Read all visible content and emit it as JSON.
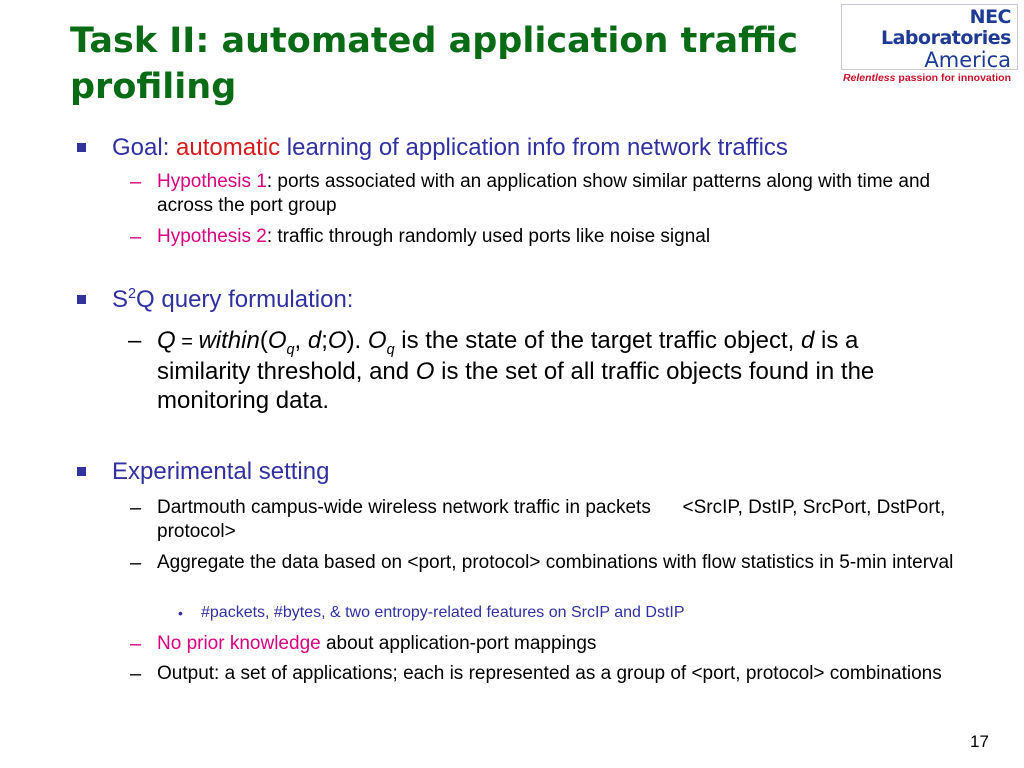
{
  "slide": {
    "title": "Task II: automated application traffic profiling",
    "page_number": "17",
    "logo": {
      "line1": "NEC Laboratories",
      "line2": "America",
      "tagline_italic": "Relentless",
      "tagline_rest": " passion for innovation"
    }
  },
  "goal": {
    "prefix": "Goal: ",
    "highlight": "automatic",
    "suffix": " learning of application info from network traffics",
    "h1_label": "Hypothesis 1",
    "h1_text": ": ports associated with an application show similar patterns along with time and across the port group",
    "h2_label": "Hypothesis 2",
    "h2_text": ": traffic through randomly used ports like noise signal"
  },
  "s2q": {
    "heading_s": "S",
    "heading_sup": "2",
    "heading_rest": "Q query formulation:",
    "dash": "–",
    "f_q": "Q",
    "f_eq": " = ",
    "f_within": "within",
    "f_open": "(",
    "f_o": "O",
    "f_sub_q": "q",
    "f_comma": ", ",
    "f_d": "d",
    "f_semi": ";",
    "f_o2": "O",
    "f_close": "). ",
    "f_oq": "O",
    "f_oq_sub": "q",
    "desc1": " is the state of the target traffic object, ",
    "desc_d": "d",
    "desc2": " is a similarity threshold, and ",
    "desc_o": "O",
    "desc3": " is the set of all traffic objects found in the monitoring data."
  },
  "experiment": {
    "heading": "Experimental setting",
    "items": [
      "Dartmouth campus-wide wireless network traffic in packets      <SrcIP, DstIP, SrcPort, DstPort, protocol>",
      "Aggregate the data based on <port, protocol> combinations with flow statistics in 5-min interval"
    ],
    "subitem": "#packets, #bytes, & two entropy-related features on SrcIP and DstIP",
    "noprior_label": "No prior knowledge",
    "noprior_text": " about application-port mappings",
    "output": "Output: a set of applications; each is represented as a group of <port, protocol> combinations"
  },
  "glyphs": {
    "dash": "–",
    "bullet": "•"
  },
  "colors": {
    "title": "#0a6b17",
    "bullet_text": "#3030a0",
    "red": "#d41a1a",
    "pink": "#d6007e",
    "logo": "#1f3a93"
  }
}
